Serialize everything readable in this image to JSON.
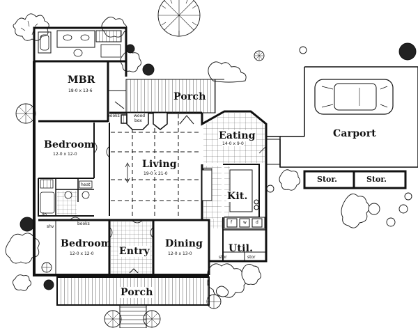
{
  "rooms": {
    "mbr": {
      "name": "MBR",
      "dim": "18-0 x 13-6"
    },
    "porch_top": {
      "name": "Porch"
    },
    "eating": {
      "name": "Eating",
      "dim": "14-0 x 9-0"
    },
    "carport": {
      "name": "Carport"
    },
    "stor1": {
      "name": "Stor."
    },
    "stor2": {
      "name": "Stor."
    },
    "bedroom1": {
      "name": "Bedroom",
      "dim": "12-0 x 12-0"
    },
    "living": {
      "name": "Living",
      "dim": "19-0 x 21-0"
    },
    "kit": {
      "name": "Kit."
    },
    "bedroom2": {
      "name": "Bedroom",
      "dim": "12-0 x 12-0"
    },
    "entry": {
      "name": "Entry"
    },
    "dining": {
      "name": "Dining",
      "dim": "12-0 x 13-0"
    },
    "util": {
      "name": "Util."
    },
    "porch_bottom": {
      "name": "Porch"
    }
  },
  "notes": {
    "books_top": "books",
    "woodbox_1": "wood",
    "woodbox_2": "box",
    "heat": "heat",
    "lin": "lin",
    "shv": "shv",
    "books_bottom": "books",
    "stor_a": "stor",
    "stor_b": "stor",
    "appl_f": "f",
    "appl_w": "w",
    "appl_d": "d"
  },
  "colors": {
    "line": "#111111",
    "background": "#ffffff"
  }
}
